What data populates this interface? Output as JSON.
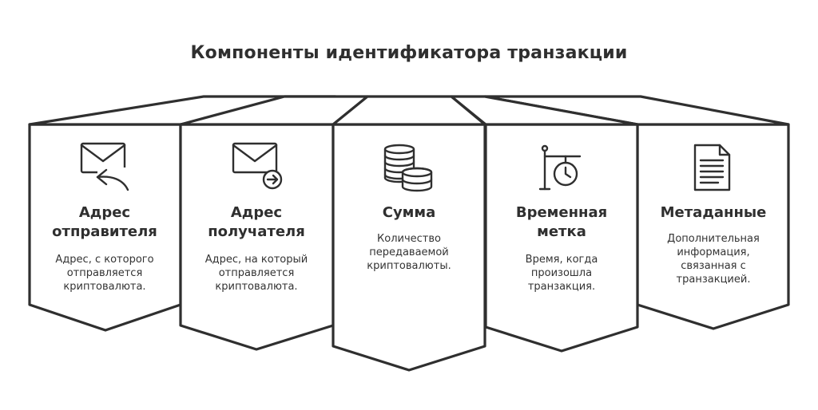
{
  "title": "Компоненты идентификатора транзакции",
  "colors": {
    "stroke": "#2f2f2f",
    "fill": "#ffffff"
  },
  "panels": [
    {
      "icon": "envelope-reply-icon",
      "heading_line1": "Адрес",
      "heading_line2": "отправителя",
      "desc_line1": "Адрес, с которого",
      "desc_line2": "отправляется",
      "desc_line3": "криптовалюта."
    },
    {
      "icon": "envelope-arrow-icon",
      "heading_line1": "Адрес",
      "heading_line2": "получателя",
      "desc_line1": "Адрес, на который",
      "desc_line2": "отправляется",
      "desc_line3": "криптовалюта."
    },
    {
      "icon": "coin-stack-icon",
      "heading_line1": "Сумма",
      "heading_line2": "",
      "desc_line1": "Количество",
      "desc_line2": "передаваемой",
      "desc_line3": "криптовалюты."
    },
    {
      "icon": "clock-sign-icon",
      "heading_line1": "Временная",
      "heading_line2": "метка",
      "desc_line1": "Время, когда",
      "desc_line2": "произошла",
      "desc_line3": "транзакция."
    },
    {
      "icon": "document-icon",
      "heading_line1": "Метаданные",
      "heading_line2": "",
      "desc_line1": "Дополнительная",
      "desc_line2": "информация,",
      "desc_line3": "связанная с",
      "desc_line4": "транзакцией."
    }
  ]
}
